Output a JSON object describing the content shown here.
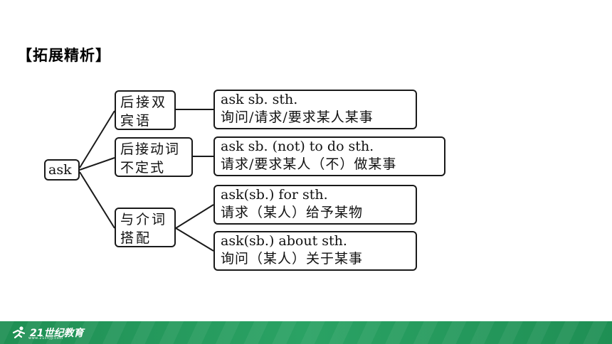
{
  "heading": "【拓展精析】",
  "root": {
    "label": "ask"
  },
  "branches": [
    {
      "label_line1": "后接双",
      "label_line2": "宾语"
    },
    {
      "label_line1": "后接动词",
      "label_line2": "不定式"
    },
    {
      "label_line1": "与介词",
      "label_line2": "搭配"
    }
  ],
  "leaves": [
    {
      "en": "ask sb. sth.",
      "zh": "询问/请求/要求某人某事"
    },
    {
      "en": "ask sb. (not) to do sth.",
      "zh": "请求/要求某人（不）做某事"
    },
    {
      "en": "ask(sb.) for sth.",
      "zh": "请求（某人）给予某物"
    },
    {
      "en": "ask(sb.) about sth.",
      "zh": "询问（某人）关于某事"
    }
  ],
  "footer": {
    "logo_text": "21世纪教育",
    "logo_sub": "www.21cnjy.com",
    "color": "#2aa264"
  },
  "colors": {
    "line": "#1a1a1a",
    "text": "#111111"
  }
}
